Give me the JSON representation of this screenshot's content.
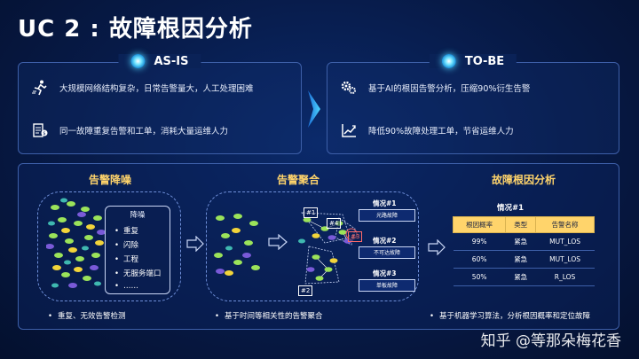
{
  "title": "UC 2 : 故障根因分析",
  "as_is": {
    "label": "AS-IS",
    "rows": [
      {
        "icon": "running-person-icon",
        "text": "大规模网络结构复杂，日常告警量大，人工处理困难"
      },
      {
        "icon": "document-cash-icon",
        "text": "同一故障重复告警和工单，消耗大量运维人力"
      }
    ]
  },
  "to_be": {
    "label": "TO-BE",
    "rows": [
      {
        "icon": "gears-icon",
        "text": "基于AI的根因告警分析，压缩90%衍生告警"
      },
      {
        "icon": "trend-chart-icon",
        "text": "降低90%故障处理工单，节省运维人力"
      }
    ]
  },
  "sections": {
    "noise": {
      "title": "告警降噪",
      "card_title": "降噪",
      "items": [
        "重复",
        "闪除",
        "工程",
        "无服务端口",
        "……"
      ],
      "bullet": "重复、无效告警检测"
    },
    "aggregate": {
      "title": "告警聚合",
      "cases": [
        {
          "label": "情况#1",
          "box": "光路故障"
        },
        {
          "label": "情况#2",
          "box": "不可达故障"
        },
        {
          "label": "情况#3",
          "box": "单板故障"
        }
      ],
      "tags": [
        "#1",
        "#4",
        "#3",
        "#2"
      ],
      "bullet": "基于时间等相关性的告警聚合"
    },
    "rca": {
      "title": "故障根因分析",
      "case": "情况#1",
      "headers": [
        "根因概率",
        "类型",
        "告警名称"
      ],
      "rows": [
        [
          "99%",
          "紧急",
          "MUT_LOS"
        ],
        [
          "60%",
          "紧急",
          "MUT_LOS"
        ],
        [
          "50%",
          "紧急",
          "R_LOS"
        ]
      ],
      "bullet": "基于机器学习算法，分析根因概率和定位故障"
    }
  },
  "watermark": "知乎 @等那朵梅花香",
  "colors": {
    "accent": "#ffd46b",
    "panel_border": "#3d5fa8",
    "dot_green": "#9be35a",
    "dot_yellow": "#f2d43a",
    "dot_purple": "#7a5ad8",
    "dot_teal": "#3fb8b0"
  }
}
